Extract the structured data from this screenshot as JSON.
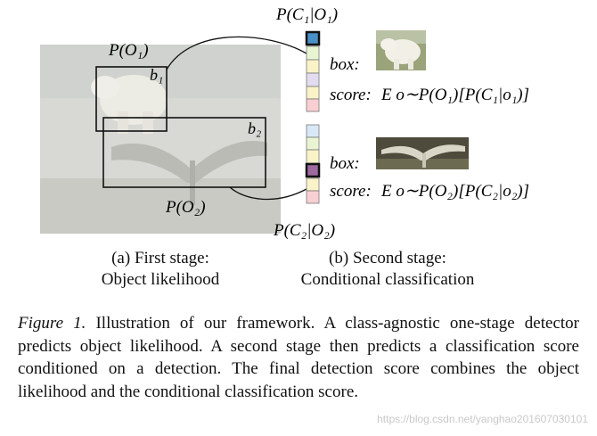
{
  "diagram": {
    "top_prob": "P(C₁|O₁)",
    "bottom_prob": "P(C₂|O₂)",
    "p_o1": "P(O₁)",
    "p_o2": "P(O₂)",
    "b1": "b₁",
    "b2": "b₂",
    "box_label_1": "box:",
    "box_label_2": "box:",
    "score_label_1": "score:",
    "score_label_2": "score:",
    "score_expr_1": "E o∼P(O₁)[P(C₁|o₁)]",
    "score_expr_2": "E o∼P(O₂)[P(C₂|o₂)]",
    "colors": {
      "cell_blue_selected": "#4a90c8",
      "cell_green": "#e9f5d2",
      "cell_yellow": "#fbf3c8",
      "cell_lavender": "#e3dcef",
      "cell_pink": "#f8cfd2",
      "cell_lightblue": "#d8e8f6",
      "cell_purple_selected": "#9e6aa0"
    }
  },
  "stages": {
    "first_line1": "(a) First stage:",
    "first_line2": "Object likelihood",
    "second_line1": "(b) Second stage:",
    "second_line2": "Conditional classification"
  },
  "caption": {
    "lead": "Figure 1.",
    "text": " Illustration of our framework. A class-agnostic one-stage detector predicts object likelihood. A second stage then predicts a classification score conditioned on a detection. The final detection score combines the object likelihood and the conditional classification score."
  },
  "watermark": "https://blog.csdn.net/yanghao201607030101"
}
